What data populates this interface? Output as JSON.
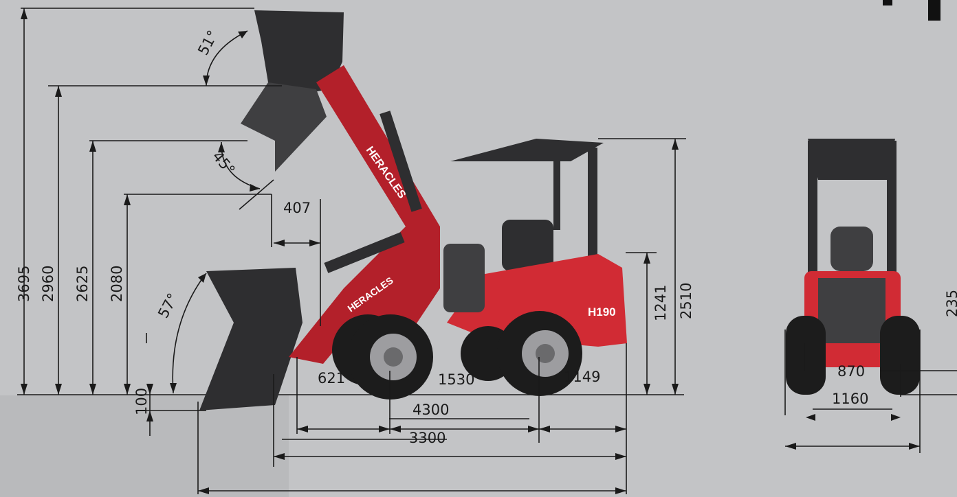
{
  "dimensions": {
    "h_3695": "3695",
    "h_2960": "2960",
    "h_2625": "2625",
    "h_2080": "2080",
    "h_2510": "2510",
    "h_1241": "1241",
    "h_100": "100",
    "reach_407": "407",
    "front_621": "621",
    "wheelbase_1530": "1530",
    "rear_1149": "1149",
    "len_4300": "4300",
    "len_3300": "3300",
    "track_870": "870",
    "width_1160": "1160",
    "partial_235": "235"
  },
  "angles": {
    "a_51": "51°",
    "a_45": "45°",
    "a_57": "57°"
  },
  "branding": {
    "boom_text_upper": "HERACLES",
    "boom_text_lower": "HERACLES",
    "model": "H190"
  },
  "colors": {
    "background": "#c3c4c6",
    "body_red": "#b3202a",
    "dark_parts": "#2e2e30"
  }
}
